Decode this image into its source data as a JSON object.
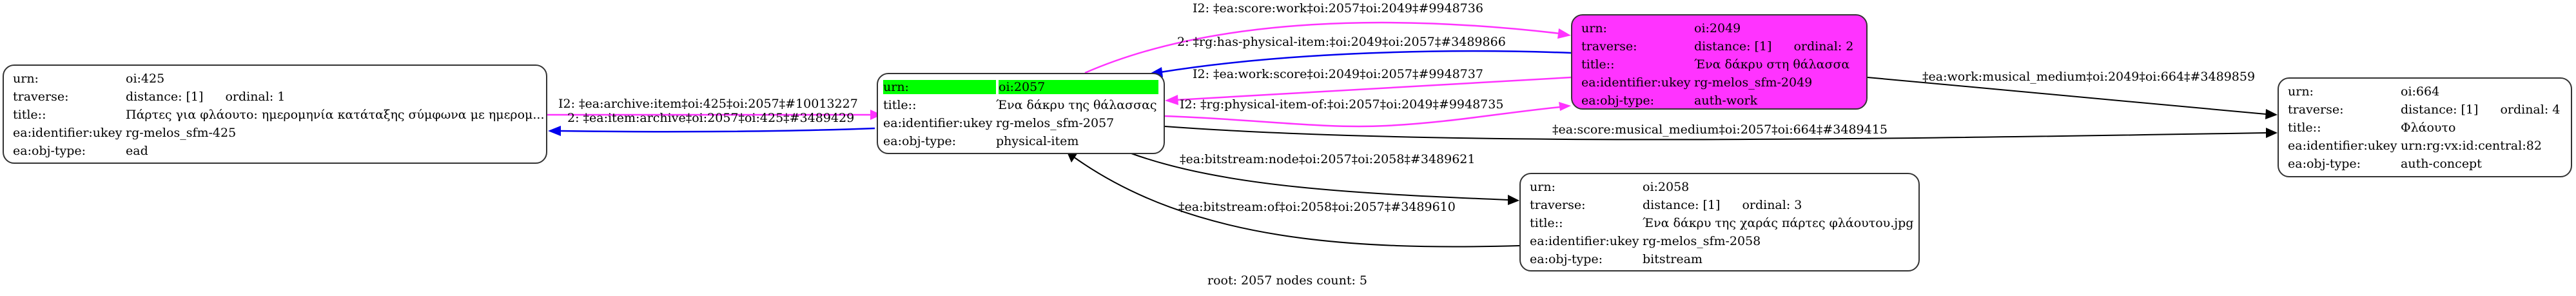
{
  "graph": {
    "caption": "root: 2057 nodes count: 5",
    "colors": {
      "forward_edge": "#ff33ff",
      "reverse_edge": "#0000ee",
      "plain_edge": "#000000",
      "root_highlight": "#00ff00",
      "work_node_fill": "#ff33ff"
    },
    "nodes": [
      {
        "id": "n425",
        "urn": "oi:425",
        "distance": "distance: [1]",
        "ordinal": "ordinal: 1",
        "title": "Πάρτες για φλάουτο: ημερομηνία κατάταξης σύμφωνα με ημερομ...",
        "ukey": "rg-melos_sfm-425",
        "objtype": "ead"
      },
      {
        "id": "n2057",
        "urn": "oi:2057",
        "title": "Ένα δάκρυ της θάλασσας",
        "ukey": "rg-melos_sfm-2057",
        "objtype": "physical-item",
        "root": true
      },
      {
        "id": "n2049",
        "urn": "oi:2049",
        "distance": "distance: [1]",
        "ordinal": "ordinal: 2",
        "title": "Ένα δάκρυ στη θάλασσα",
        "ukey": "rg-melos_sfm-2049",
        "objtype": "auth-work"
      },
      {
        "id": "n2058",
        "urn": "oi:2058",
        "distance": "distance: [1]",
        "ordinal": "ordinal: 3",
        "title": "Ένα δάκρυ της χαράς πάρτες φλάουτου.jpg",
        "ukey": "rg-melos_sfm-2058",
        "objtype": "bitstream"
      },
      {
        "id": "n664",
        "urn": "oi:664",
        "distance": "distance: [1]",
        "ordinal": "ordinal: 4",
        "title": "Φλάουτο",
        "ukey": "urn:rg:vx:id:central:82",
        "objtype": "auth-concept"
      }
    ],
    "keys": {
      "urn": "urn:",
      "traverse": "traverse:",
      "title": "title::",
      "ukey": "ea:identifier:ukey",
      "objtype": "ea:obj-type:"
    },
    "edges": [
      {
        "from": "oi:425",
        "to": "oi:2057",
        "kind": "forward",
        "label": "I2: ‡ea:archive:item‡oi:425‡oi:2057‡#10013227"
      },
      {
        "from": "oi:2057",
        "to": "oi:425",
        "kind": "reverse",
        "label": "2: ‡ea:item:archive‡oi:2057‡oi:425‡#3489429"
      },
      {
        "from": "oi:2057",
        "to": "oi:2049",
        "kind": "forward",
        "label": "I2: ‡ea:score:work‡oi:2057‡oi:2049‡#9948736"
      },
      {
        "from": "oi:2049",
        "to": "oi:2057",
        "kind": "reverse",
        "label": "2: ‡rg:has-physical-item:‡oi:2049‡oi:2057‡#3489866"
      },
      {
        "from": "oi:2049",
        "to": "oi:2057",
        "kind": "forward",
        "label": "I2: ‡ea:work:score‡oi:2049‡oi:2057‡#9948737"
      },
      {
        "from": "oi:2057",
        "to": "oi:2049",
        "kind": "forward",
        "label": "I2: ‡rg:physical-item-of:‡oi:2057‡oi:2049‡#9948735"
      },
      {
        "from": "oi:2049",
        "to": "oi:664",
        "kind": "plain",
        "label": "‡ea:work:musical_medium‡oi:2049‡oi:664‡#3489859"
      },
      {
        "from": "oi:2057",
        "to": "oi:664",
        "kind": "plain",
        "label": "‡ea:score:musical_medium‡oi:2057‡oi:664‡#3489415"
      },
      {
        "from": "oi:2057",
        "to": "oi:2058",
        "kind": "plain",
        "label": "‡ea:bitstream:node‡oi:2057‡oi:2058‡#3489621"
      },
      {
        "from": "oi:2058",
        "to": "oi:2057",
        "kind": "plain",
        "label": "‡ea:bitstream:of‡oi:2058‡oi:2057‡#3489610"
      }
    ]
  }
}
